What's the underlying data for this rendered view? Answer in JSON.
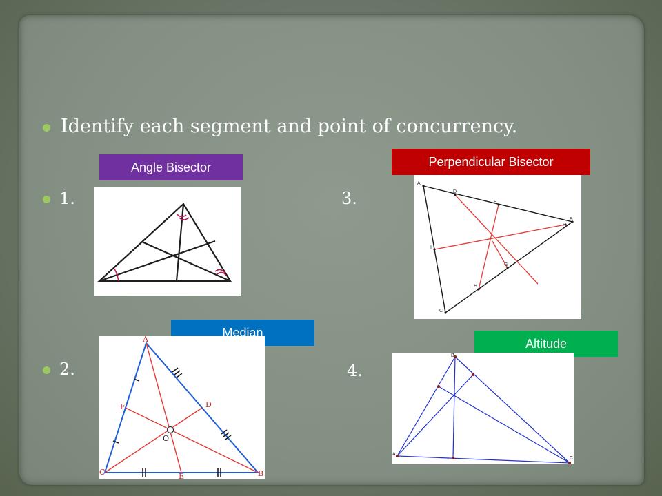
{
  "slide": {
    "instruction": "Identify each segment and point of concurrency.",
    "numbers": [
      "1.",
      "2.",
      "3.",
      "4."
    ]
  },
  "labels": {
    "angle_bisector": "Angle Bisector",
    "perpendicular_bisector": "Perpendicular Bisector",
    "median": "Median",
    "altitude": "Altitude"
  },
  "colors": {
    "bullet": "#9cc95f",
    "angle_bisector": "#7030a0",
    "perpendicular_bisector": "#c00000",
    "median": "#0070c0",
    "altitude": "#00b050"
  },
  "figure_perp": {
    "points": [
      "A",
      "D",
      "E",
      "B",
      "F",
      "I",
      "G",
      "H",
      "C"
    ]
  },
  "figure_median": {
    "points": [
      "A",
      "F",
      "D",
      "O",
      "C",
      "E",
      "B"
    ]
  },
  "figure_altitude": {
    "points": [
      "B",
      "A",
      "C"
    ]
  }
}
